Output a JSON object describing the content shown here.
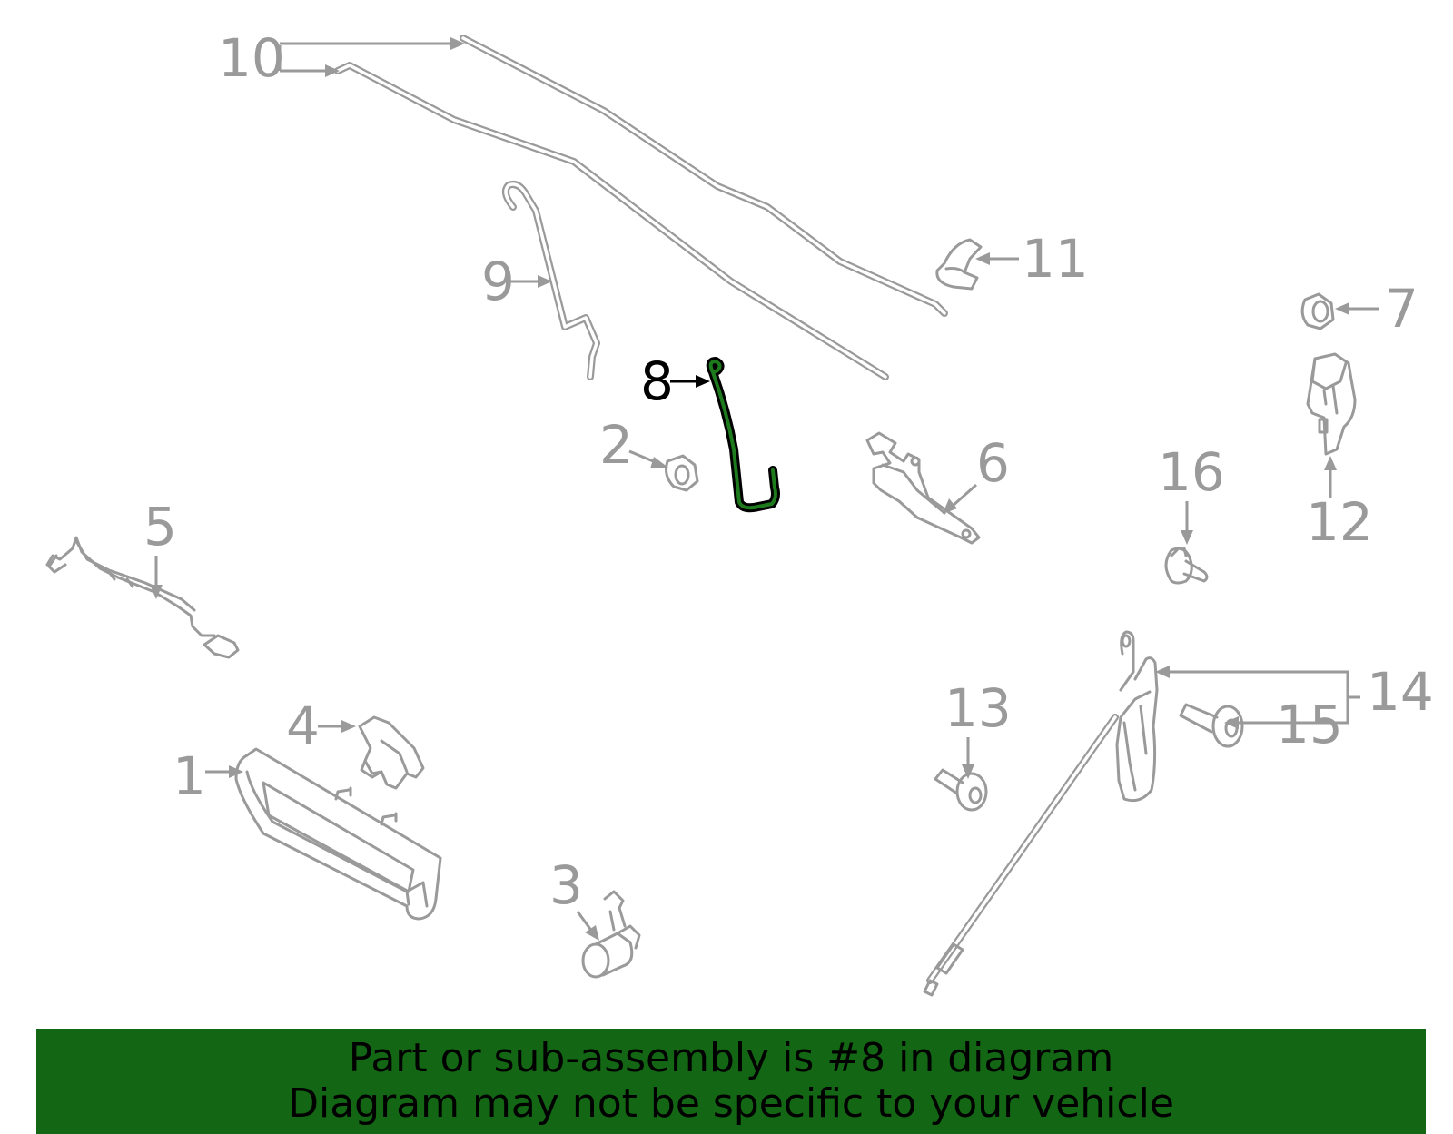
{
  "diagram": {
    "highlight_color": "#1d7a1d",
    "part_color": "#9a9a9a",
    "callouts": {
      "c1": "1",
      "c2": "2",
      "c3": "3",
      "c4": "4",
      "c5": "5",
      "c6": "6",
      "c7": "7",
      "c8": "8",
      "c9": "9",
      "c10": "10",
      "c11": "11",
      "c12": "12",
      "c13": "13",
      "c14": "14",
      "c15": "15",
      "c16": "16"
    },
    "highlighted_part": "8"
  },
  "banner": {
    "background": "#136613",
    "line1": "Part or sub-assembly is #8 in diagram",
    "line2": "Diagram may not be specific to your vehicle"
  }
}
